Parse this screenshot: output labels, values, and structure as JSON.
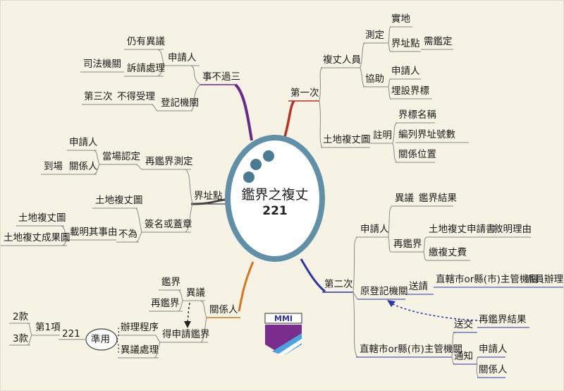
{
  "center": {
    "title": "鑑界之複丈",
    "subtitle": "221"
  },
  "colors": {
    "purple": "#6a2a8c",
    "red": "#b8322a",
    "gray": "#8a8a8a",
    "blue": "#2a35a8",
    "orange": "#d8741e",
    "hub_border": "#5f90a8",
    "background": "#f6f2e4"
  },
  "nodes": {
    "n1": "事不過三",
    "n2": "申請人",
    "n3": "仍有異議",
    "n4": "訴請處理",
    "n5": "司法機關",
    "n6": "登記機關",
    "n7": "不得受理",
    "n8": "第三次",
    "n9": "第一次",
    "n10": "複丈人員",
    "n11": "測定",
    "n12": "實地",
    "n13": "界址點",
    "n14": "需鑑定",
    "n15": "協助",
    "n16": "申請人",
    "n17": "埋設界標",
    "n18": "土地複丈圖",
    "n19": "註明",
    "n20": "界標名稱",
    "n21": "編列界址號數",
    "n22": "關係位置",
    "n23": "界址點",
    "n24": "再鑑界測定",
    "n25": "當場認定",
    "n26": "申請人",
    "n27": "關係人",
    "n28": "到場",
    "n29": "簽名或蓋章",
    "n30": "土地複丈圖",
    "n31": "不為",
    "n32": "載明其事由",
    "n33": "土地複丈圖",
    "n34": "土地複丈成果圖",
    "n35": "第二次",
    "n36": "申請人",
    "n37": "異議",
    "n38": "鑑界結果",
    "n39": "再鑑界",
    "n40": "土地複丈申請書",
    "n41": "敘明理由",
    "n42": "繳複丈費",
    "n43": "原登記機關",
    "n44": "送請",
    "n45": "直轄市or縣(市)主管機關",
    "n46": "派員辦理",
    "n47": "直轄市or縣(市)主管機關",
    "n48": "送交",
    "n49": "再鑑界結果",
    "n50": "通知",
    "n51": "申請人",
    "n52": "關係人",
    "n53": "關係人",
    "n54": "異議",
    "n55": "鑑界",
    "n56": "再鑑界",
    "n57": "得申請鑑界",
    "n58": "辦理程序",
    "n59": "異議處理",
    "n60": "準用",
    "n61": "221",
    "n62": "第1項",
    "n63": "2款",
    "n64": "3款"
  },
  "logo": {
    "text": "MMI"
  }
}
